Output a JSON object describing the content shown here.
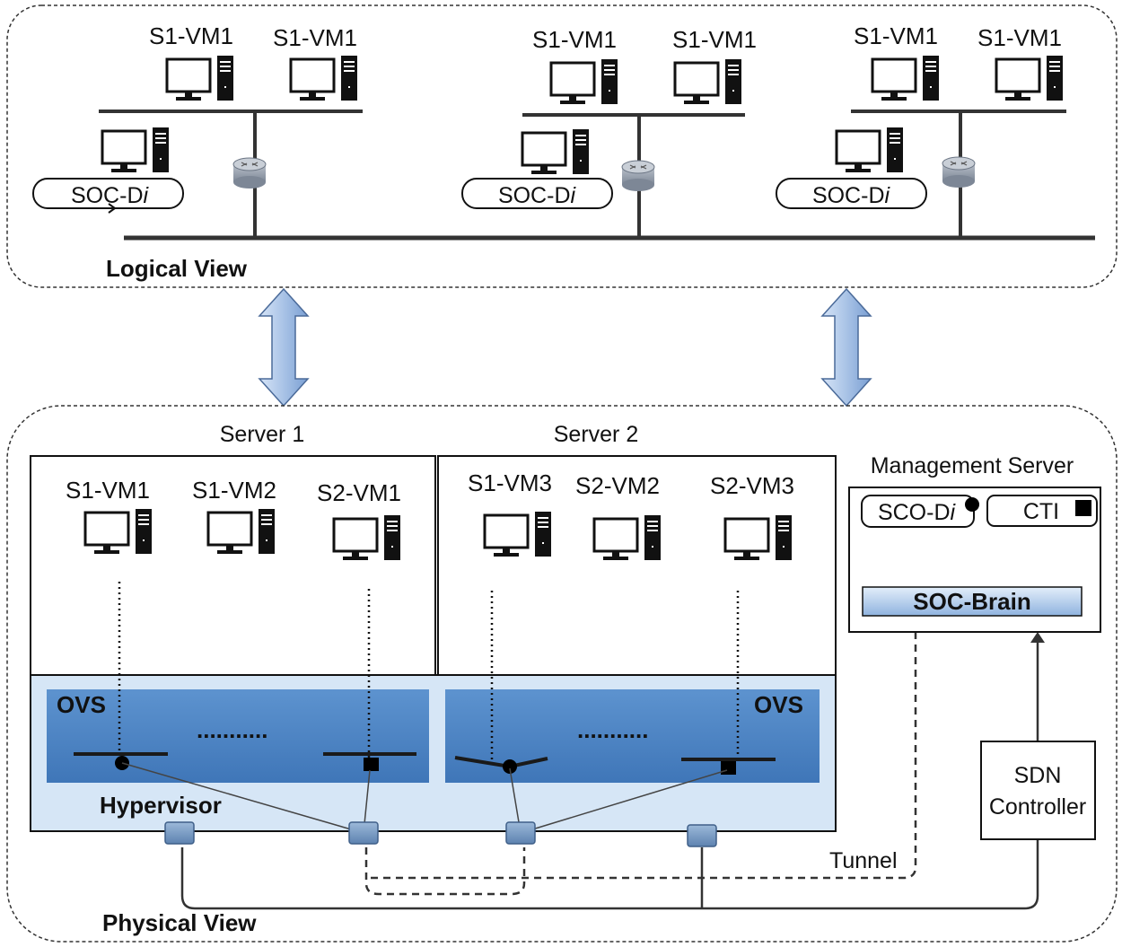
{
  "logical_view": {
    "title": "Logical View",
    "segments": [
      {
        "vm_labels": [
          "S1-VM1",
          "S1-VM1"
        ],
        "soc_label": "SOC-D",
        "soc_italic": "i"
      },
      {
        "vm_labels": [
          "S1-VM1",
          "S1-VM1"
        ],
        "soc_label": "SOC-D",
        "soc_italic": "i"
      },
      {
        "vm_labels": [
          "S1-VM1",
          "S1-VM1"
        ],
        "soc_label": "SOC-D",
        "soc_italic": "i"
      }
    ]
  },
  "physical_view": {
    "title": "Physical  View",
    "server1": {
      "title": "Server 1",
      "vms": [
        "S1-VM1",
        "S1-VM2",
        "S2-VM1"
      ],
      "ovs": "OVS",
      "hypervisor": "Hypervisor",
      "dots": "..........."
    },
    "server2": {
      "title": "Server 2",
      "vms": [
        "S1-VM3",
        "S2-VM2",
        "S2-VM3"
      ],
      "ovs": "OVS",
      "dots": "..........."
    },
    "management": {
      "title": "Management Server",
      "sco_label": "SCO-D",
      "sco_italic": "i",
      "cti_label": "CTI",
      "brain_label": "SOC-Brain"
    },
    "sdn": {
      "line1": "SDN",
      "line2": "Controller"
    },
    "tunnel_label": "Tunnel"
  },
  "colors": {
    "ovs_blue": "#4f86c6",
    "panel_light": "#d6e6f6",
    "link_dark": "#333333",
    "arrow_fill": "#9ab7e0"
  }
}
